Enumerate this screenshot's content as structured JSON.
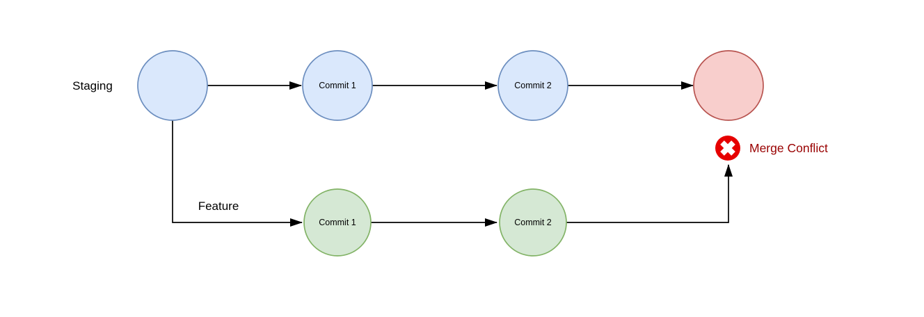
{
  "diagram": {
    "type": "git-branch-merge-conflict-diagram",
    "background": "#ffffff",
    "edge_color": "#000000",
    "branches": {
      "staging": {
        "label": "Staging",
        "node_fill": "#dae8fc",
        "node_stroke": "#6c8ebf",
        "commits": [
          "Commit 1",
          "Commit 2"
        ]
      },
      "feature": {
        "label": "Feature",
        "node_fill": "#d5e8d4",
        "node_stroke": "#82b366",
        "commits": [
          "Commit 1",
          "Commit 2"
        ]
      }
    },
    "merge_node": {
      "fill": "#f8cecc",
      "stroke": "#b85450"
    },
    "conflict": {
      "label": "Merge Conflict",
      "icon": "error-x-icon",
      "icon_fill": "#e60000",
      "icon_x_color": "#ffffff",
      "text_color": "#990000"
    }
  }
}
